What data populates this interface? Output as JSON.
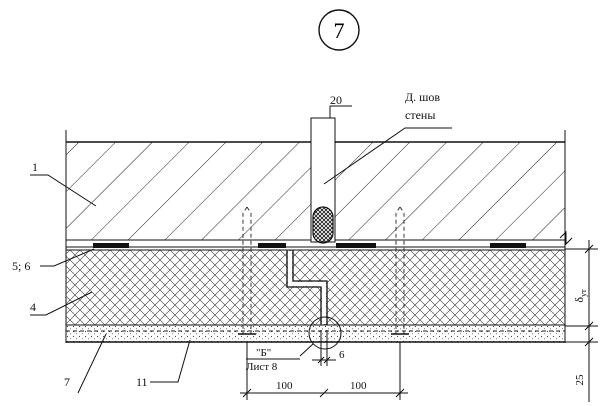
{
  "sheet": {
    "section_number": "7"
  },
  "callouts": {
    "c1": "1",
    "c56": "5; 6",
    "c4": "4",
    "c7": "7",
    "c11": "11",
    "c20": "20"
  },
  "joint_note": {
    "line1": "Д. шов",
    "line2": "стены"
  },
  "detail_ref": {
    "label": "\"Б\"",
    "sheet": "Лист 8"
  },
  "dimensions": {
    "gap": "6",
    "left_span": "100",
    "right_span": "100",
    "insulation_thickness": "δ",
    "insulation_subscript": "ут",
    "plaster_thickness": "25"
  }
}
